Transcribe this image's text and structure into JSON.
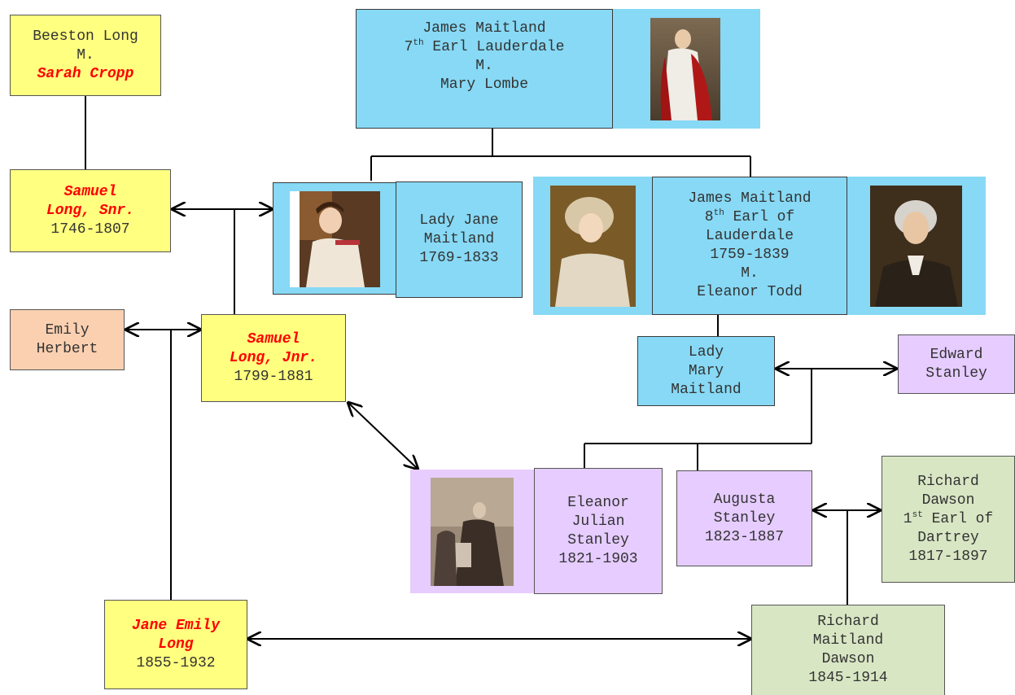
{
  "beeston": {
    "l1": "Beeston Long",
    "l2": "M.",
    "l3": "Sarah Cropp"
  },
  "samuel_snr": {
    "l1": "Samuel",
    "l2": "Long, Snr.",
    "l3": "1746-1807"
  },
  "james7": {
    "l1": "James Maitland",
    "l2a": "7",
    "l2sup": "th",
    "l2b": " Earl Lauderdale",
    "l3": "M.",
    "l4": "Mary Lombe"
  },
  "lady_jane": {
    "l1": "Lady Jane",
    "l2": "Maitland",
    "l3": "1769-1833"
  },
  "james8": {
    "l1": "James Maitland",
    "l2a": "8",
    "l2sup": "th",
    "l2b": " Earl of",
    "l3": "Lauderdale",
    "l4": "1759-1839",
    "l5": "M.",
    "l6": "Eleanor Todd"
  },
  "emily": {
    "l1": "Emily",
    "l2": "Herbert"
  },
  "samuel_jnr": {
    "l1": "Samuel",
    "l2": "Long, Jnr.",
    "l3": "1799-1881"
  },
  "lady_mary": {
    "l1": "Lady",
    "l2": "Mary",
    "l3": "Maitland"
  },
  "edward": {
    "l1": "Edward",
    "l2": "Stanley"
  },
  "eleanor": {
    "l1": "Eleanor",
    "l2": "Julian",
    "l3": "Stanley",
    "l4": "1821-1903"
  },
  "augusta": {
    "l1": "Augusta",
    "l2": "Stanley",
    "l3": "1823-1887"
  },
  "richard1": {
    "l1": "Richard",
    "l2": "Dawson",
    "l3a": "1",
    "l3sup": "st",
    "l3b": " Earl of",
    "l4": "Dartrey",
    "l5": "1817-1897"
  },
  "jane_emily": {
    "l1": "Jane Emily",
    "l2": "Long",
    "l3": "1855-1932"
  },
  "richard_m": {
    "l1": "Richard",
    "l2": "Maitland",
    "l3": "Dawson",
    "l4": "1845-1914"
  },
  "colors": {
    "yellow": "#ffff80",
    "blue": "#87d9f5",
    "peach": "#fbd0b0",
    "purple": "#e6ccff",
    "green": "#d9e6c4",
    "red": "#ff0000"
  },
  "icons": [
    "portrait-james-7th-earl",
    "portrait-lady-jane",
    "portrait-eleanor-todd",
    "portrait-james-8th-earl",
    "portrait-eleanor-julian"
  ]
}
